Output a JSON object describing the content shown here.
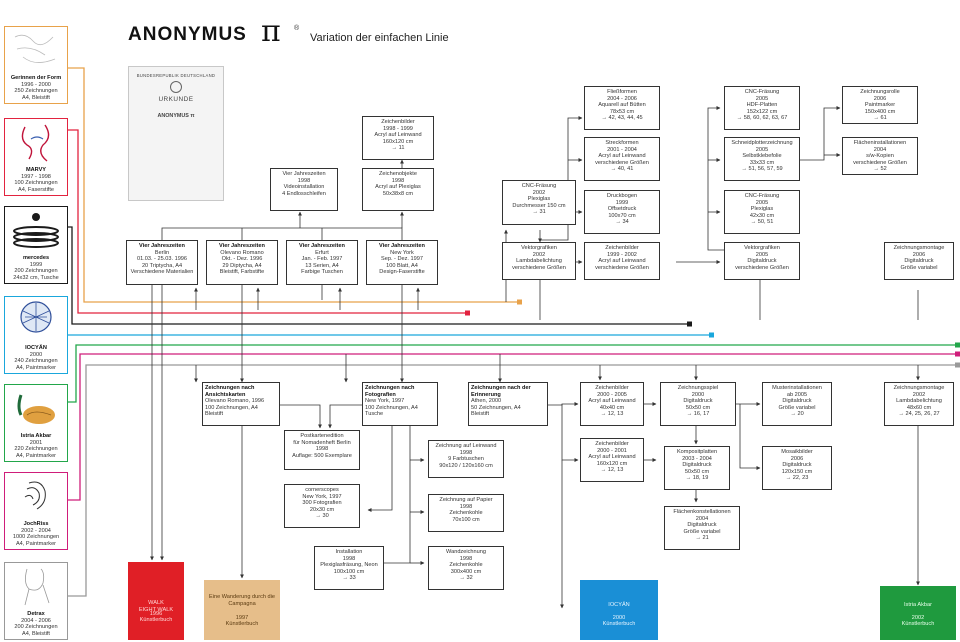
{
  "header": {
    "logo": "ANONYMUS",
    "pi": "π",
    "reg": "®",
    "subtitle": "Variation der einfachen Linie"
  },
  "certificate": {
    "country": "BUNDESREPUBLIK DEUTSCHLAND",
    "title": "URKUNDE",
    "mark": "ANONYMUS π"
  },
  "colors": {
    "orange": "#e8a24a",
    "red": "#e2233f",
    "black": "#1a1a1a",
    "blue": "#1aa7dc",
    "green": "#22a64a",
    "magenta": "#cf1d7a",
    "grey": "#999999"
  },
  "series": [
    {
      "name": "Gerinnen der Form",
      "lines": "1996 - 2000\n250 Zeichnungen\nA4, Bleistift",
      "color": "orange"
    },
    {
      "name": "MARVY",
      "lines": "1997 - 1998\n100 Zeichnungen\nA4, Faserstifte",
      "color": "red"
    },
    {
      "name": "mercedes",
      "lines": "1999\n200 Zeichnungen\n24x32 cm, Tusche",
      "color": "black"
    },
    {
      "name": "IOCYÄN",
      "lines": "2000\n240 Zeichnungen\nA4, Paintmarker",
      "color": "blue"
    },
    {
      "name": "Istria Akbar",
      "lines": "2001\n220 Zeichnungen\nA4, Paintmarker",
      "color": "green"
    },
    {
      "name": "JochRiss",
      "lines": "2002 - 2004\n1000 Zeichnungen\nA4, Paintmarker",
      "color": "magenta"
    },
    {
      "name": "Detrax",
      "lines": "2004 - 2006\n200 Zeichnungen\nA4, Bleistift",
      "color": "grey"
    }
  ],
  "nodes": [
    {
      "id": "vj1",
      "title": "Vier Jahreszeiten",
      "text": "Berlin\n01.03. - 25.03. 1996\n20 Triptycha, A4\nVerschiedene Materialien"
    },
    {
      "id": "vj2",
      "title": "Vier Jahreszeiten",
      "text": "Olevano Romano\nOkt. - Dez. 1996\n29 Diptycha, A4\nBleistift, Farbstifte"
    },
    {
      "id": "vj3",
      "title": "Vier Jahreszeiten",
      "text": "Erfurt\nJan. - Feb. 1997\n13 Serien, A4\nFarbige Tuschen"
    },
    {
      "id": "vj4",
      "title": "Vier Jahreszeiten",
      "text": "New York\nSep. - Dez. 1997\n100 Blatt, A4\nDesign-Faserstifte"
    },
    {
      "id": "vid",
      "title": "",
      "text": "Vier Jahreszeiten\n1998\nVideoinstallation\n4 Endlosschleifen"
    },
    {
      "id": "zb98",
      "title": "",
      "text": "Zeichenbilder\n1998 - 1999\nAcryl auf Leinwand\n160x120 cm\n→ 11"
    },
    {
      "id": "zo98",
      "title": "",
      "text": "Zeichenobjekte\n1998\nAcryl auf Plexiglas\n50x38x8 cm"
    },
    {
      "id": "cnc02",
      "title": "",
      "text": "CNC-Fräsung\n2002\nPlexiglas\nDurchmesser 150 cm\n→ 31"
    },
    {
      "id": "vg02",
      "title": "",
      "text": "Vektorgrafiken\n2002\nLambdabelichtung\nverschiedene Größen"
    },
    {
      "id": "ff04",
      "title": "",
      "text": "Fließformen\n2004 - 2006\nAquarell auf Bütten\n78x53 cm\n→ 42, 43, 44, 45"
    },
    {
      "id": "sf01",
      "title": "",
      "text": "Streckformen\n2001 - 2004\nAcryl auf Leinwand\nverschiedene Größen\n→ 40, 41"
    },
    {
      "id": "db99",
      "title": "",
      "text": "Druckbogen\n1999\nOffsetdruck\n100x70 cm\n→ 34"
    },
    {
      "id": "zb99",
      "title": "",
      "text": "Zeichenbilder\n1999 - 2002\nAcryl auf Leinwand\nverschiedene Größen"
    },
    {
      "id": "cnc05",
      "title": "",
      "text": "CNC-Fräsung\n2005\nHDF-Platten\n152x122 cm\n→ 58, 60, 62, 63, 67"
    },
    {
      "id": "sp06",
      "title": "",
      "text": "Schneidplotterzeichnung\n2005\nSelbstklebefolie\n33x33 cm\n→ 51, 56, 57, 59"
    },
    {
      "id": "cnc05b",
      "title": "",
      "text": "CNC-Fräsung\n2005\nPlexiglas\n42x30 cm\n→ 50, 51"
    },
    {
      "id": "vg05",
      "title": "",
      "text": "Vektorgrafiken\n2005\nDigitaldruck\nverschiedene Größen"
    },
    {
      "id": "zr06",
      "title": "",
      "text": "Zeichnungsrolle\n2006\nPaintmarker\n150x400 cm\n→ 61"
    },
    {
      "id": "fi04",
      "title": "",
      "text": "Flächeninstallationen\n2004\ns/w-Kopien\nverschiedene Größen\n→ 52"
    },
    {
      "id": "zm06",
      "title": "",
      "text": "Zeichnungsmontage\n2006\nDigitaldruck\nGröße variabel"
    },
    {
      "id": "ans",
      "title": "Zeichnungen nach Ansichtskarten",
      "text": "Olevano Romano, 1996\n100 Zeichnungen, A4\nBleistift"
    },
    {
      "id": "foto",
      "title": "Zeichnungen nach Fotografien",
      "text": "New York, 1997\n100 Zeichnungen, A4\nTusche"
    },
    {
      "id": "erin",
      "title": "Zeichnungen nach der Erinnerung",
      "text": "Athen, 2000\n50 Zeichnungen, A4\nBleistift"
    },
    {
      "id": "pk",
      "title": "",
      "text": "Postkartenedition\nfür Nomadenheft Berlin\n1998\nAuflage: 500 Exemplare"
    },
    {
      "id": "cs",
      "title": "",
      "text": "cornerscopes\nNew York, 1997\n300 Fotografien\n20x30 cm\n→ 30"
    },
    {
      "id": "inst",
      "title": "",
      "text": "Installation\n1998\nPlexiglasfräsung, Neon\n100x100 cm\n→ 33"
    },
    {
      "id": "zl98",
      "title": "",
      "text": "Zeichnung auf Leinwand\n1998\n9 Farbtuschen\n90x120 / 120x160 cm"
    },
    {
      "id": "zp98",
      "title": "",
      "text": "Zeichnung auf Papier\n1998\nZeichenkohle\n70x100 cm"
    },
    {
      "id": "wz98",
      "title": "",
      "text": "Wandzeichnung\n1998\nZeichenkohle\n300x400 cm\n→ 32"
    },
    {
      "id": "zb00",
      "title": "",
      "text": "Zeichenbilder\n2000 - 2005\nAcryl auf Leinwand\n40x40 cm\n→ 12, 13"
    },
    {
      "id": "zb00b",
      "title": "",
      "text": "Zeichenbilder\n2000 - 2001\nAcryl auf Leinwand\n160x120 cm\n→ 12, 13"
    },
    {
      "id": "zsp",
      "title": "",
      "text": "Zeichnungsspiel\n2000\nDigitaldruck\n50x50 cm\n→ 16, 17"
    },
    {
      "id": "kp",
      "title": "",
      "text": "Kompositplatten\n2003 - 2004\nDigitaldruck\n50x50 cm\n→ 18, 19"
    },
    {
      "id": "fk04",
      "title": "",
      "text": "Flächenkonstellationen\n2004\nDigitaldruck\nGröße variabel\n→ 21"
    },
    {
      "id": "mi05",
      "title": "",
      "text": "Musterinstallationen\nab 2005\nDigitaldruck\nGröße variabel\n→ 20"
    },
    {
      "id": "mb06",
      "title": "",
      "text": "Mosaikbilder\n2006\nDigitaldruck\n120x150 cm\n→ 22, 23"
    },
    {
      "id": "zm02",
      "title": "",
      "text": "Zeichnungsmontage\n2002\nLambdabelichtung\n48x60 cm\n→ 24, 25, 26, 27"
    }
  ],
  "books": [
    {
      "title": "WALK\nEIGHT WALK",
      "sub": "1996\nKünstlerbuch",
      "color": "#e01f26"
    },
    {
      "title": "Eine Wanderung durch die\nCampagna",
      "sub": "1997\nKünstlerbuch",
      "color": "#e6be8a"
    },
    {
      "title": "IOCYÄN",
      "sub": "2000\nKünstlerbuch",
      "color": "#1a8fd6"
    },
    {
      "title": "Istria Akbar",
      "sub": "2002\nKünstlerbuch",
      "color": "#1f9a3e"
    }
  ]
}
